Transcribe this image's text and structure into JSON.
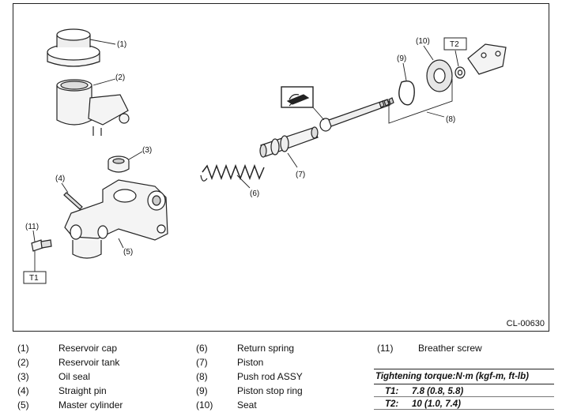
{
  "callouts": {
    "c1": "(1)",
    "c2": "(2)",
    "c3": "(3)",
    "c4": "(4)",
    "c5": "(5)",
    "c6": "(6)",
    "c7": "(7)",
    "c8": "(8)",
    "c9": "(9)",
    "c10": "(10)",
    "c11": "(11)",
    "t1": "T1",
    "t2": "T2"
  },
  "figure_code": "CL-00630",
  "legend": [
    {
      "num": "(1)",
      "label": "Reservoir cap"
    },
    {
      "num": "(2)",
      "label": "Reservoir tank"
    },
    {
      "num": "(3)",
      "label": "Oil seal"
    },
    {
      "num": "(4)",
      "label": "Straight pin"
    },
    {
      "num": "(5)",
      "label": "Master cylinder"
    },
    {
      "num": "(6)",
      "label": "Return spring"
    },
    {
      "num": "(7)",
      "label": "Piston"
    },
    {
      "num": "(8)",
      "label": "Push rod ASSY"
    },
    {
      "num": "(9)",
      "label": "Piston stop ring"
    },
    {
      "num": "(10)",
      "label": "Seat"
    },
    {
      "num": "(11)",
      "label": "Breather screw"
    }
  ],
  "torque": {
    "title": "Tightening torque:N·m (kgf-m, ft-lb)",
    "rows": [
      {
        "key": "T1:",
        "value": "7.8 (0.8, 5.8)"
      },
      {
        "key": "T2:",
        "value": "10 (1.0, 7.4)"
      }
    ]
  }
}
